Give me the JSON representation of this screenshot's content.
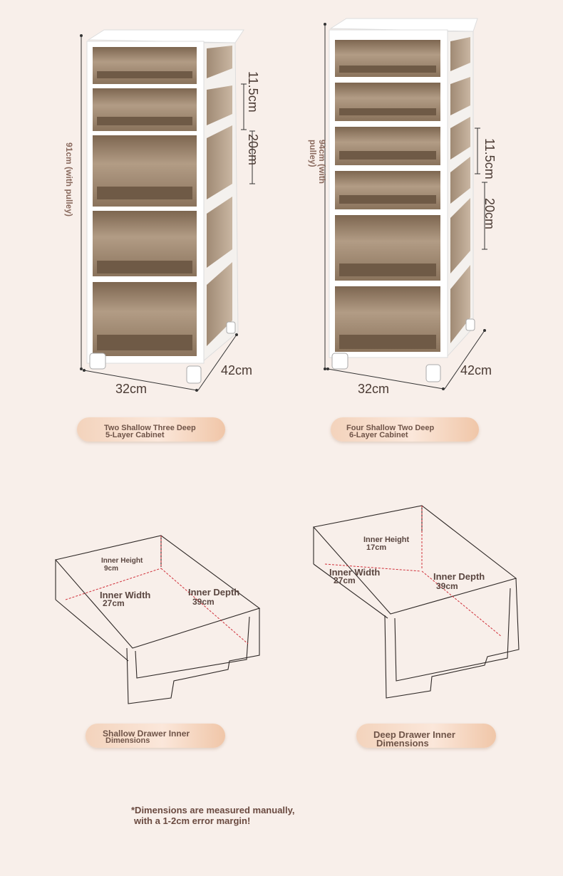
{
  "cabinet_left": {
    "height": "91cm (with pulley)",
    "shallow_height": "11.5cm",
    "deep_height": "20cm",
    "width": "32cm",
    "depth": "42cm",
    "label_line1": "Two Shallow Three Deep",
    "label_line2": "5-Layer Cabinet"
  },
  "cabinet_right": {
    "height": "94cm (with pulley)",
    "shallow_height": "11.5cm",
    "deep_height": "20cm",
    "width": "32cm",
    "depth": "42cm",
    "label_line1": "Four Shallow Two Deep",
    "label_line2": "6-Layer Cabinet"
  },
  "drawer_shallow": {
    "inner_height_label": "Inner Height",
    "inner_height_value": "9cm",
    "inner_width_label": "Inner Width",
    "inner_width_value": "27cm",
    "inner_depth_label": "Inner Depth",
    "inner_depth_value": "39cm",
    "label_line1": "Shallow Drawer Inner",
    "label_line2": "Dimensions"
  },
  "drawer_deep": {
    "inner_height_label": "Inner Height",
    "inner_height_value": "17cm",
    "inner_width_label": "Inner Width",
    "inner_width_value": "27cm",
    "inner_depth_label": "Inner Depth",
    "inner_depth_value": "39cm",
    "label_line1": "Deep Drawer Inner",
    "label_line2": "Dimensions"
  },
  "note_line1": "*Dimensions are measured manually,",
  "note_line2": "with a 1-2cm error margin!",
  "colors": {
    "background": "#f8efea",
    "drawer_tint": "#8a7560",
    "frame": "#ffffff",
    "accent_line": "#d0303a"
  }
}
